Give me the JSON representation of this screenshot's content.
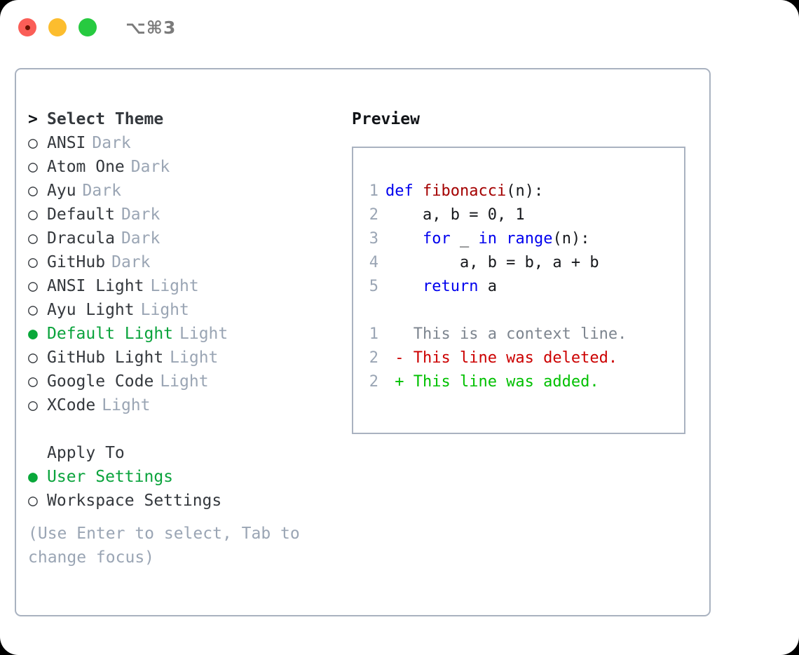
{
  "titlebar": {
    "shortcut": "⌥⌘3",
    "buttons": [
      {
        "name": "close",
        "color": "#fa5e57"
      },
      {
        "name": "minimize",
        "color": "#fcbd2e"
      },
      {
        "name": "maximize",
        "color": "#27ca40"
      }
    ]
  },
  "theme_picker": {
    "header": {
      "marker": ">",
      "label": "Select Theme"
    },
    "items": [
      {
        "marker": "○",
        "label": "ANSI",
        "suffix": "Dark",
        "selected": false
      },
      {
        "marker": "○",
        "label": "Atom One",
        "suffix": "Dark",
        "selected": false
      },
      {
        "marker": "○",
        "label": "Ayu",
        "suffix": "Dark",
        "selected": false
      },
      {
        "marker": "○",
        "label": "Default",
        "suffix": "Dark",
        "selected": false
      },
      {
        "marker": "○",
        "label": "Dracula",
        "suffix": "Dark",
        "selected": false
      },
      {
        "marker": "○",
        "label": "GitHub",
        "suffix": "Dark",
        "selected": false
      },
      {
        "marker": "○",
        "label": "ANSI Light",
        "suffix": "Light",
        "selected": false
      },
      {
        "marker": "○",
        "label": "Ayu Light",
        "suffix": "Light",
        "selected": false
      },
      {
        "marker": "●",
        "label": "Default Light",
        "suffix": "Light",
        "selected": true
      },
      {
        "marker": "○",
        "label": "GitHub Light",
        "suffix": "Light",
        "selected": false
      },
      {
        "marker": "○",
        "label": "Google Code",
        "suffix": "Light",
        "selected": false
      },
      {
        "marker": "○",
        "label": "XCode",
        "suffix": "Light",
        "selected": false
      }
    ]
  },
  "apply_to": {
    "title": "Apply To",
    "options": [
      {
        "marker": "●",
        "label": "User Settings",
        "selected": true
      },
      {
        "marker": "○",
        "label": "Workspace Settings",
        "selected": false
      }
    ]
  },
  "hint": "(Use Enter to select, Tab to change focus)",
  "preview": {
    "title": "Preview",
    "code_lines": [
      {
        "number": "1",
        "tokens": [
          {
            "text": "def ",
            "type": "kw"
          },
          {
            "text": "fibonacci",
            "type": "fn"
          },
          {
            "text": "(n):",
            "type": "plain"
          }
        ]
      },
      {
        "number": "2",
        "tokens": [
          {
            "text": "    a, b = 0, 1",
            "type": "plain"
          }
        ]
      },
      {
        "number": "3",
        "tokens": [
          {
            "text": "    ",
            "type": "plain"
          },
          {
            "text": "for",
            "type": "kw"
          },
          {
            "text": " _ ",
            "type": "plain"
          },
          {
            "text": "in",
            "type": "kw"
          },
          {
            "text": " ",
            "type": "plain"
          },
          {
            "text": "range",
            "type": "kw"
          },
          {
            "text": "(n):",
            "type": "plain"
          }
        ]
      },
      {
        "number": "4",
        "tokens": [
          {
            "text": "        a, b = b, a + b",
            "type": "plain"
          }
        ]
      },
      {
        "number": "5",
        "tokens": [
          {
            "text": "    ",
            "type": "plain"
          },
          {
            "text": "return",
            "type": "kw"
          },
          {
            "text": " a",
            "type": "plain"
          }
        ]
      }
    ],
    "diff_lines": [
      {
        "number": "1",
        "tokens": [
          {
            "text": "   This is a context line.",
            "type": "ctx"
          }
        ]
      },
      {
        "number": "2",
        "tokens": [
          {
            "text": " - This line was deleted.",
            "type": "del"
          }
        ]
      },
      {
        "number": "2",
        "tokens": [
          {
            "text": " + This line was added.",
            "type": "add"
          }
        ]
      }
    ]
  },
  "colors": {
    "selected_green": "#0aa33c",
    "muted_gray": "#9aa5b4",
    "border": "#a9b2c0",
    "keyword_blue": "#0000ee",
    "function_red": "#a40000",
    "diff_deleted": "#cc0000",
    "diff_added": "#00c000",
    "text": "#34383d"
  }
}
